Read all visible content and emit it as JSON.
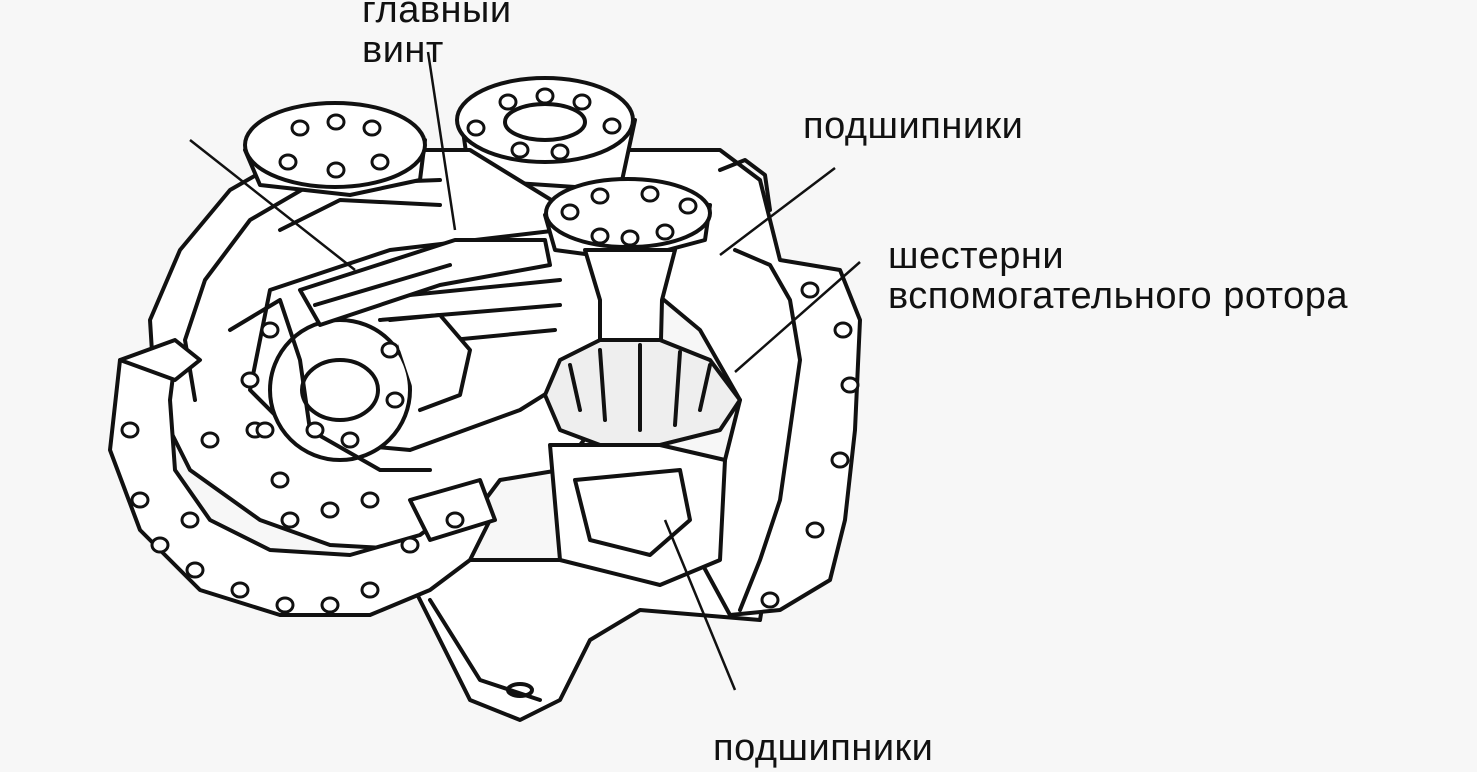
{
  "labels": {
    "main_screw": [
      "главный",
      "винт"
    ],
    "bearings_top": "подшипники",
    "aux_rotor_gears": [
      "шестерни",
      "вспомогательного ротора"
    ],
    "bearings_bottom": "подшипники"
  }
}
